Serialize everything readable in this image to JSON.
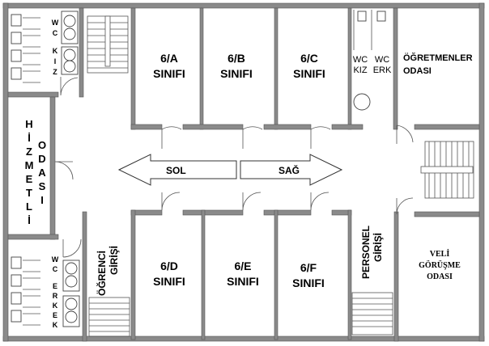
{
  "colors": {
    "wall": "#8a8a8a",
    "background": "#ffffff",
    "text": "#000000"
  },
  "rooms": {
    "class_6a": {
      "line1": "6/A",
      "line2": "SINIFI"
    },
    "class_6b": {
      "line1": "6/B",
      "line2": "SINIFI"
    },
    "class_6c": {
      "line1": "6/C",
      "line2": "SINIFI"
    },
    "class_6d": {
      "line1": "6/D",
      "line2": "SINIFI"
    },
    "class_6e": {
      "line1": "6/E",
      "line2": "SINIFI"
    },
    "class_6f": {
      "line1": "6/F",
      "line2": "SINIFI"
    },
    "teachers": {
      "line1": "ÖĞRETMENLER",
      "line2": "ODASI"
    },
    "parents": {
      "line1": "VELİ",
      "line2": "GÖRÜŞME",
      "line3": "ODASI"
    },
    "janitor": {
      "col1": [
        "H",
        "İ",
        "Z",
        "M",
        "E",
        "T",
        "L",
        "İ"
      ],
      "col2": [
        "O",
        "D",
        "A",
        "S",
        "I"
      ]
    },
    "wc_girls_left": {
      "a": [
        "W",
        "C"
      ],
      "b": [
        "K",
        "I",
        "Z"
      ]
    },
    "wc_boys_left": {
      "a": [
        "W",
        "C"
      ],
      "b": [
        "E",
        "R",
        "K",
        "E",
        "K"
      ]
    },
    "wc_small": {
      "girls_1": "WC",
      "girls_2": "KIZ",
      "boys_1": "WC",
      "boys_2": "ERK"
    },
    "student_entrance": {
      "line1": "ÖĞRENCİ",
      "line2": "GİRİŞİ"
    },
    "staff_entrance": {
      "line1": "PERSONEL",
      "line2": "GİRİŞİ"
    }
  },
  "arrows": {
    "left": "SOL",
    "right": "SAĞ"
  }
}
